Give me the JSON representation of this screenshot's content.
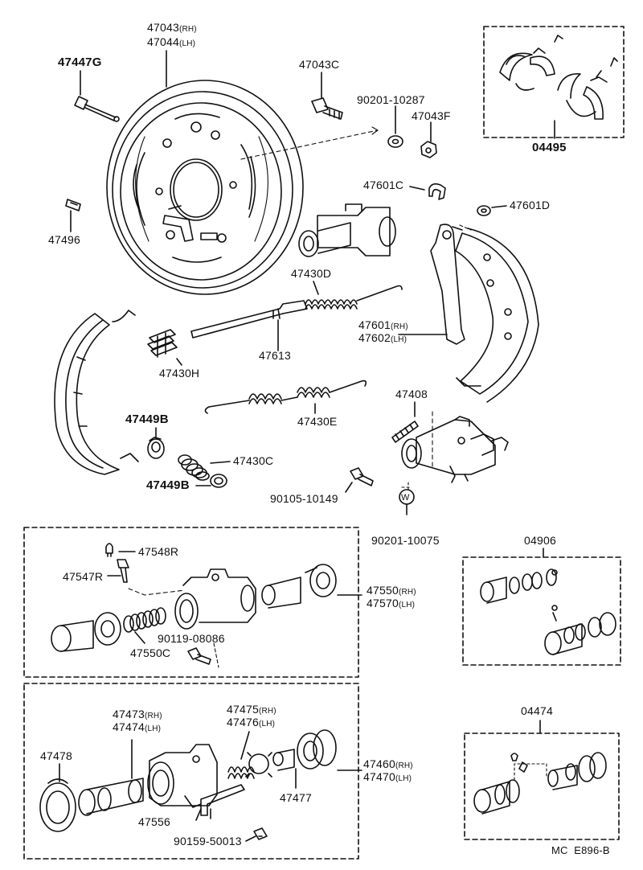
{
  "labels": {
    "p47043_rh": "47043",
    "p47043_rh_side": "(RH)",
    "p47044_lh": "47044",
    "p47044_lh_side": "(LH)",
    "p47447g": "47447G",
    "p47043c": "47043C",
    "p90201_10287": "90201-10287",
    "p47043f": "47043F",
    "p04495": "04495",
    "p47601c": "47601C",
    "p47601d": "47601D",
    "p47496": "47496",
    "p47430d": "47430D",
    "p47601_rh": "47601",
    "p47601_rh_side": "(RH)",
    "p47602_lh": "47602",
    "p47602_lh_side": "(LH)",
    "p47613": "47613",
    "p47430h": "47430H",
    "p47408": "47408",
    "p47449b_1": "47449B",
    "p47430e": "47430E",
    "p47430c": "47430C",
    "p47449b_2": "47449B",
    "p90105_10149": "90105-10149",
    "p90201_10075": "90201-10075",
    "p04906": "04906",
    "p47548r": "47548R",
    "p47547r": "47547R",
    "p47550_rh": "47550",
    "p47550_rh_side": "(RH)",
    "p47570_lh": "47570",
    "p47570_lh_side": "(LH)",
    "p90119_08086": "90119-08086",
    "p47550c": "47550C",
    "p47475_rh": "47475",
    "p47475_rh_side": "(RH)",
    "p47476_lh": "47476",
    "p47476_lh_side": "(LH)",
    "p47473_rh": "47473",
    "p47473_rh_side": "(RH)",
    "p47474_lh": "47474",
    "p47474_lh_side": "(LH)",
    "p04474": "04474",
    "p47478": "47478",
    "p47460_rh": "47460",
    "p47460_rh_side": "(RH)",
    "p47470_lh": "47470",
    "p47470_lh_side": "(LH)",
    "p47477": "47477",
    "p47556": "47556",
    "p90159_50013": "90159-50013",
    "footer": "MC  E896-B",
    "w_mark": "W"
  },
  "colors": {
    "ink": "#111111",
    "paper": "#ffffff"
  }
}
